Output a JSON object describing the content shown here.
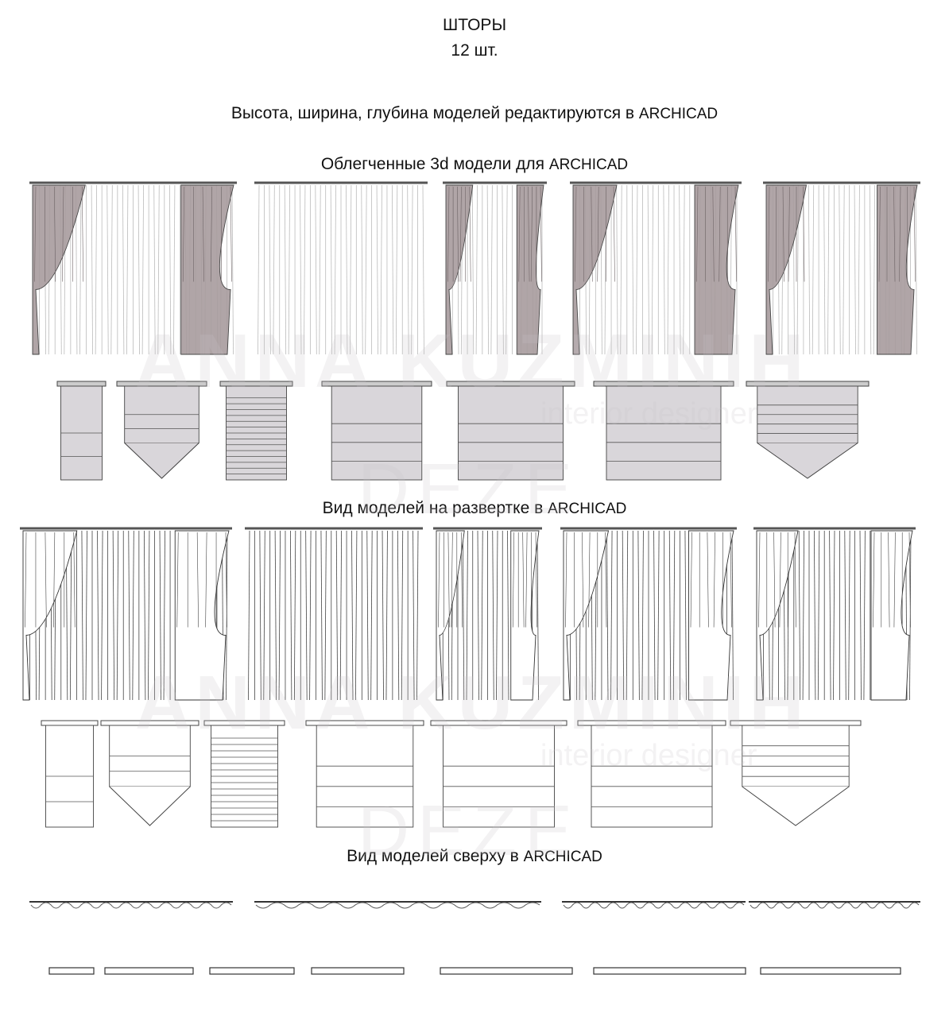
{
  "header": {
    "title": "ШТОРЫ",
    "count": "12 шт."
  },
  "note": {
    "text": "Высота, ширина, глубина моделей редактируются в",
    "app": "ARCHICAD"
  },
  "sections": [
    {
      "text": "Облегченные 3d модели для ",
      "app": "ARCHICAD"
    },
    {
      "text": "Вид моделей на развертке в",
      "app": "ARCHICAD"
    },
    {
      "text": "Вид моделей сверху в",
      "app": "ARCHICAD"
    }
  ],
  "watermark": {
    "name": "ANNA KUZMINIH",
    "subtitle": "interior designer",
    "brand": "DEZE"
  },
  "colors": {
    "fabric": "#a89c9e",
    "sheer": "#ffffff",
    "line": "#333333",
    "blind": "#d9d6da"
  }
}
